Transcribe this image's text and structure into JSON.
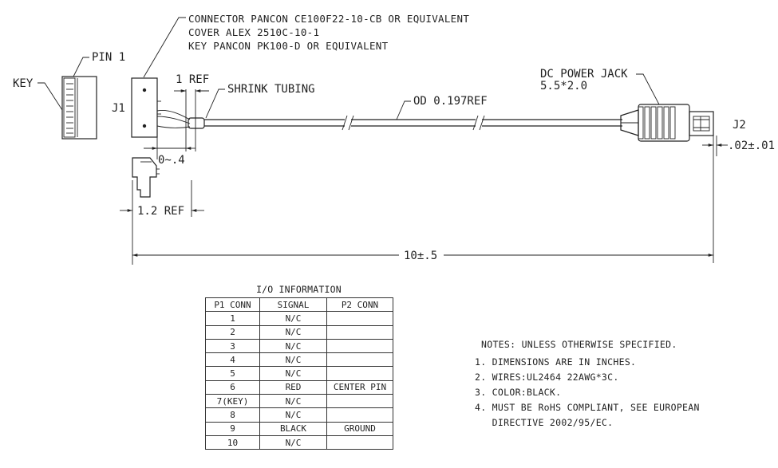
{
  "connector_note": {
    "line1": "CONNECTOR PANCON CE100F22-10-CB OR EQUIVALENT",
    "line2": "COVER ALEX 2510C-10-1",
    "line3": "KEY PANCON PK100-D OR EQUIVALENT"
  },
  "labels": {
    "pin1": "PIN 1",
    "key": "KEY",
    "j1": "J1",
    "j2": "J2",
    "one_ref": "1 REF",
    "shrink_tubing": "SHRINK TUBING",
    "od": "OD 0.197REF",
    "dc_jack_line1": "DC POWER JACK",
    "dc_jack_line2": "5.5*2.0",
    "zero_to_04": "0~.4",
    "one_two_ref": "1.2 REF",
    "pin_tol": ".02±.01",
    "length": "10±.5"
  },
  "io_table": {
    "title": "I/O INFORMATION",
    "headers": [
      "P1 CONN",
      "SIGNAL",
      "P2 CONN"
    ],
    "rows": [
      [
        "1",
        "N/C",
        ""
      ],
      [
        "2",
        "N/C",
        ""
      ],
      [
        "3",
        "N/C",
        ""
      ],
      [
        "4",
        "N/C",
        ""
      ],
      [
        "5",
        "N/C",
        ""
      ],
      [
        "6",
        "RED",
        "CENTER PIN"
      ],
      [
        "7(KEY)",
        "N/C",
        ""
      ],
      [
        "8",
        "N/C",
        ""
      ],
      [
        "9",
        "BLACK",
        "GROUND"
      ],
      [
        "10",
        "N/C",
        ""
      ]
    ]
  },
  "notes": {
    "header": "NOTES: UNLESS OTHERWISE SPECIFIED.",
    "items": [
      "1. DIMENSIONS ARE IN INCHES.",
      "2. WIRES:UL2464 22AWG*3C.",
      "3. COLOR:BLACK.",
      "4. MUST BE RoHS COMPLIANT, SEE EUROPEAN",
      "   DIRECTIVE 2002/95/EC."
    ]
  }
}
